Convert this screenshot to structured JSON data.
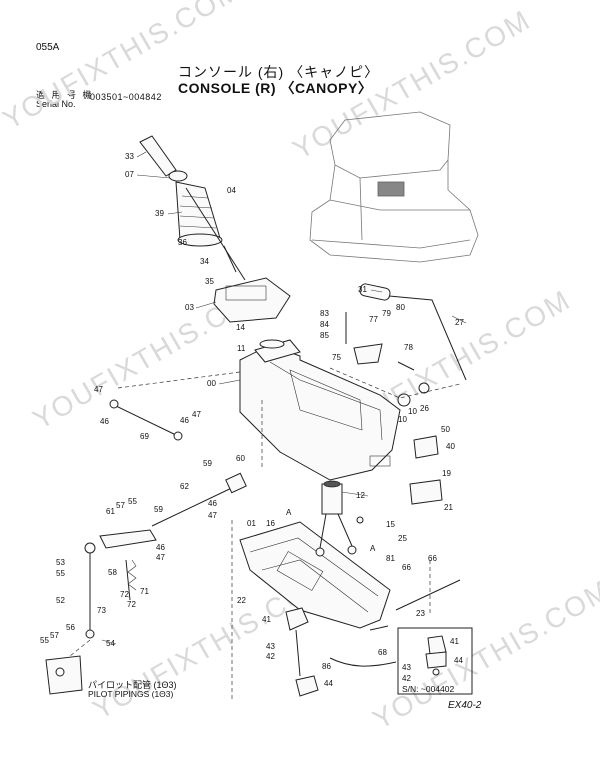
{
  "header": {
    "page_number": "055A",
    "title_jp": "コンソール (右) 〈キャノピ〉",
    "title_en": "CONSOLE (R) 〈CANOPY〉",
    "serial_label_jp": "適 用 号 機",
    "serial_label_en": "Serial  No.",
    "serial_value": "003501~004842"
  },
  "watermark": "YOUFIXTHIS.COM",
  "callouts": [
    {
      "id": "c33",
      "text": "33"
    },
    {
      "id": "c07",
      "text": "07"
    },
    {
      "id": "c04",
      "text": "04"
    },
    {
      "id": "c39",
      "text": "39"
    },
    {
      "id": "c36",
      "text": "36"
    },
    {
      "id": "c34",
      "text": "34"
    },
    {
      "id": "c35",
      "text": "35"
    },
    {
      "id": "c03",
      "text": "03"
    },
    {
      "id": "c14",
      "text": "14"
    },
    {
      "id": "c11",
      "text": "11"
    },
    {
      "id": "c00",
      "text": "00"
    },
    {
      "id": "c31",
      "text": "31"
    },
    {
      "id": "c83",
      "text": "83"
    },
    {
      "id": "c84",
      "text": "84"
    },
    {
      "id": "c85",
      "text": "85"
    },
    {
      "id": "c77",
      "text": "77"
    },
    {
      "id": "c79",
      "text": "79"
    },
    {
      "id": "c80",
      "text": "80"
    },
    {
      "id": "c27",
      "text": "27"
    },
    {
      "id": "c75",
      "text": "75"
    },
    {
      "id": "c78",
      "text": "78"
    },
    {
      "id": "c47a",
      "text": "47"
    },
    {
      "id": "c46a",
      "text": "46"
    },
    {
      "id": "c46b",
      "text": "46"
    },
    {
      "id": "c47b",
      "text": "47"
    },
    {
      "id": "c69",
      "text": "69"
    },
    {
      "id": "c10a",
      "text": "10"
    },
    {
      "id": "c26",
      "text": "26"
    },
    {
      "id": "c10b",
      "text": "10"
    },
    {
      "id": "c50",
      "text": "50"
    },
    {
      "id": "c40",
      "text": "40"
    },
    {
      "id": "c59a",
      "text": "59"
    },
    {
      "id": "c60",
      "text": "60"
    },
    {
      "id": "c19",
      "text": "19"
    },
    {
      "id": "c62",
      "text": "62"
    },
    {
      "id": "c12",
      "text": "12"
    },
    {
      "id": "c57a",
      "text": "57"
    },
    {
      "id": "c55a",
      "text": "55"
    },
    {
      "id": "c61",
      "text": "61"
    },
    {
      "id": "c59b",
      "text": "59"
    },
    {
      "id": "c46c",
      "text": "46"
    },
    {
      "id": "c47c",
      "text": "47"
    },
    {
      "id": "c01",
      "text": "01"
    },
    {
      "id": "c16",
      "text": "16"
    },
    {
      "id": "cA1",
      "text": "A"
    },
    {
      "id": "c15",
      "text": "15"
    },
    {
      "id": "c25",
      "text": "25"
    },
    {
      "id": "c21",
      "text": "21"
    },
    {
      "id": "c53",
      "text": "53"
    },
    {
      "id": "c46d",
      "text": "46"
    },
    {
      "id": "c47d",
      "text": "47"
    },
    {
      "id": "cA2",
      "text": "A"
    },
    {
      "id": "c81",
      "text": "81"
    },
    {
      "id": "c55b",
      "text": "55"
    },
    {
      "id": "c58",
      "text": "58"
    },
    {
      "id": "c66a",
      "text": "66"
    },
    {
      "id": "c66b",
      "text": "66"
    },
    {
      "id": "c72a",
      "text": "72"
    },
    {
      "id": "c71",
      "text": "71"
    },
    {
      "id": "c52",
      "text": "52"
    },
    {
      "id": "c73",
      "text": "73"
    },
    {
      "id": "c72b",
      "text": "72"
    },
    {
      "id": "c22",
      "text": "22"
    },
    {
      "id": "c23",
      "text": "23"
    },
    {
      "id": "c56",
      "text": "56"
    },
    {
      "id": "c41a",
      "text": "41"
    },
    {
      "id": "c55c",
      "text": "55"
    },
    {
      "id": "c57b",
      "text": "57"
    },
    {
      "id": "c54",
      "text": "54"
    },
    {
      "id": "c68",
      "text": "68"
    },
    {
      "id": "c43a",
      "text": "43"
    },
    {
      "id": "c42a",
      "text": "42"
    },
    {
      "id": "c86",
      "text": "86"
    },
    {
      "id": "c44a",
      "text": "44"
    },
    {
      "id": "c41b",
      "text": "41"
    },
    {
      "id": "c44b",
      "text": "44"
    },
    {
      "id": "c43b",
      "text": "43"
    },
    {
      "id": "c42b",
      "text": "42"
    }
  ],
  "pilot_label_jp": "パイロット配管 (1Θ3)",
  "pilot_label_en": "PILOT PIPINGS (1Θ3)",
  "inset_serial": "S/N:  ~004402",
  "doc_code": "EX40-2"
}
